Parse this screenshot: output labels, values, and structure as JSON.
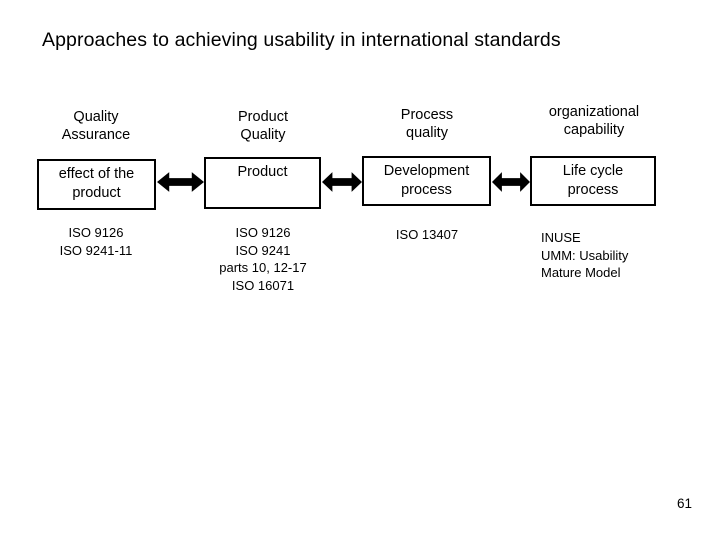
{
  "slide": {
    "title": "Approaches to achieving usability in international standards",
    "page_number": "61",
    "background_color": "#ffffff",
    "text_color": "#000000"
  },
  "columns": [
    {
      "header": {
        "line1": "Quality",
        "line2": "Assurance"
      },
      "box": {
        "line1": "effect of the",
        "line2": "product"
      },
      "caption": {
        "align": "center",
        "lines": [
          "ISO 9126",
          "ISO 9241-11"
        ]
      }
    },
    {
      "header": {
        "line1": "Product",
        "line2": "Quality"
      },
      "box": {
        "line1": "Product",
        "line2": ""
      },
      "caption": {
        "align": "center",
        "lines": [
          "ISO 9126",
          "ISO 9241",
          "parts 10, 12-17",
          "ISO 16071"
        ]
      }
    },
    {
      "header": {
        "line1": "Process",
        "line2": "quality"
      },
      "box": {
        "line1": "Development",
        "line2": "process"
      },
      "caption": {
        "align": "center",
        "lines": [
          "ISO 13407"
        ]
      }
    },
    {
      "header": {
        "line1": "organizational",
        "line2": "capability"
      },
      "box": {
        "line1": "Life cycle",
        "line2": "process"
      },
      "caption": {
        "align": "left",
        "lines": [
          "INUSE",
          "UMM: Usability",
          "Mature Model"
        ]
      }
    }
  ],
  "connectors": [
    {
      "name": "double-arrow-icon",
      "between": "effect of the product <-> Product"
    },
    {
      "name": "double-arrow-icon",
      "between": "Product <-> Development process"
    },
    {
      "name": "double-arrow-icon",
      "between": "Development process <-> Life cycle process"
    }
  ]
}
